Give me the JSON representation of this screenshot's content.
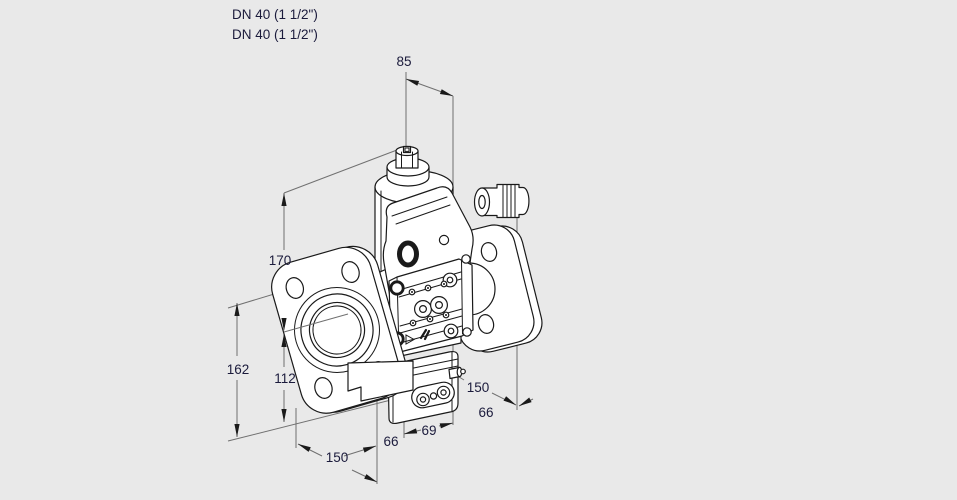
{
  "title_block": {
    "line1": "DN 40 (1 1/2\")",
    "line2": "DN 40 (1 1/2\")"
  },
  "dimension_labels": {
    "top_width": "85",
    "axis_to_top": "170",
    "left_total_height": "162",
    "axis_to_bottom": "112",
    "bottom_length": "150",
    "bottom_offset": "66",
    "regulator_width": "69",
    "right_depth": "150",
    "right_offset": "66"
  },
  "drawing": {
    "subject": "flanged-gas-valve-isometric-drawing",
    "colors": {
      "background": "#e9e9e9",
      "part_fill": "#ffffff",
      "part_outline": "#1a1a1a",
      "dimension_line": "#707070",
      "text": "#1b1b3c"
    }
  }
}
